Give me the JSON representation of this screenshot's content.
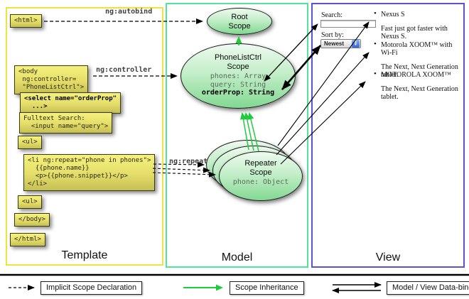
{
  "columns": {
    "template": {
      "label": "Template"
    },
    "model": {
      "label": "Model"
    },
    "view": {
      "label": "View"
    }
  },
  "annotations": {
    "autobind": "ng:autobind",
    "controller": "ng:controller",
    "repeat": "ng:repeat"
  },
  "template": {
    "boxes": [
      {
        "text": "<html>"
      },
      {
        "text": "<body\n ng:controller=\n \"PhoneListCtrl\">"
      },
      {
        "text": "<select name=\"orderProp\"\n  ...>"
      },
      {
        "text": "Fulltext Search:\n  <input name=\"query\">"
      },
      {
        "text": "<ul>"
      },
      {
        "text": "<li ng:repeat=\"phone in phones\">\n  {{phone.name}}\n  <p>{{phone.snippet}}</p>\n</li>"
      },
      {
        "text": "<ul>"
      },
      {
        "text": "</body>"
      },
      {
        "text": "</html>"
      }
    ]
  },
  "model": {
    "root_scope": {
      "title": "Root\nScope"
    },
    "phonelist_scope": {
      "title": "PhoneListCtrl\nScope",
      "props": [
        {
          "text": "phones: Array"
        },
        {
          "text": "query: String"
        },
        {
          "text": "orderProp: String"
        }
      ]
    },
    "repeater_scope": {
      "title": "Repeater\nScope",
      "props": [
        {
          "text": "phone: Object"
        }
      ]
    }
  },
  "view": {
    "search_label": "Search:",
    "search_value": "",
    "sort_label": "Sort by:",
    "sort_value": "Newest",
    "items": [
      {
        "name": "Nexus S",
        "desc": "Fast just got faster with Nexus S."
      },
      {
        "name": "Motorola XOOM™ with Wi-Fi",
        "desc": "The Next, Next Generation tablet."
      },
      {
        "name": "MOTOROLA XOOM™",
        "desc": "The Next, Next Generation tablet."
      }
    ]
  },
  "legend": {
    "implicit": "Implicit Scope Declaration",
    "inheritance": "Scope Inheritance",
    "databinding": "Model / View Data-binding"
  },
  "colors": {
    "template_border": "#efe33d",
    "model_border": "#52e49e",
    "view_border": "#5a51d6",
    "box_yellow": "#f6f27d",
    "scope_green": "#82d892",
    "arrow_green": "#1ecb3f",
    "arrow_black": "#000000"
  }
}
